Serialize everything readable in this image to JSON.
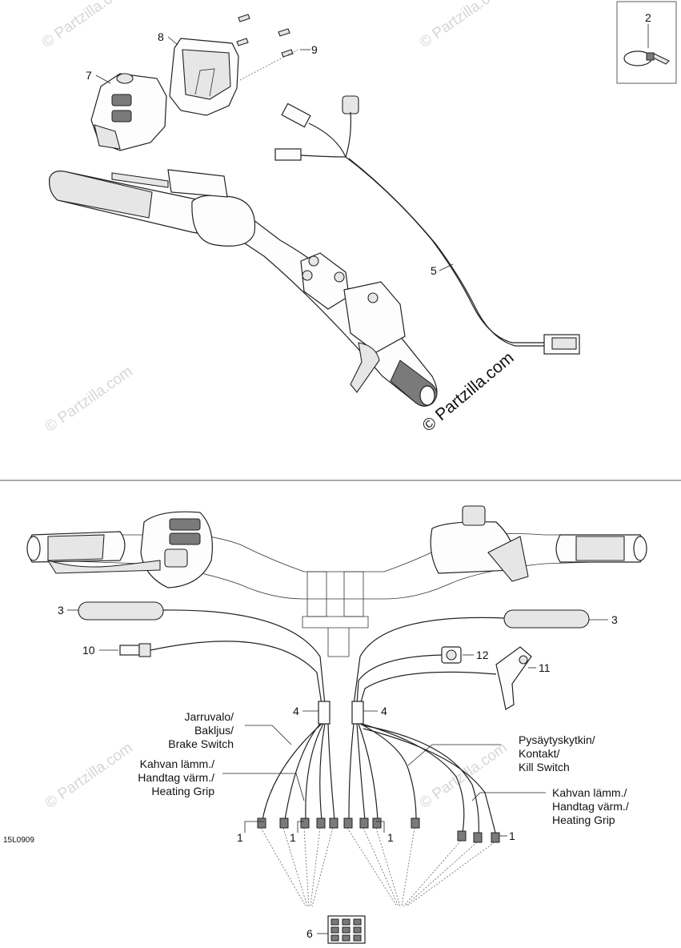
{
  "figure_code": "15L0909",
  "watermark": "© Partzilla.com",
  "callouts": {
    "c1a": "1",
    "c1b": "1",
    "c1c": "1",
    "c1d": "1",
    "c2": "2",
    "c3a": "3",
    "c3b": "3",
    "c4a": "4",
    "c4b": "4",
    "c5": "5",
    "c6": "6",
    "c7": "7",
    "c8": "8",
    "c9": "9",
    "c10": "10",
    "c11": "11",
    "c12": "12"
  },
  "labels": {
    "brake_switch": [
      "Jarruvalo/",
      "Bakljus/",
      "Brake Switch"
    ],
    "heating_grip_left": [
      "Kahvan lämm./",
      "Handtag värm./",
      "Heating Grip"
    ],
    "kill_switch": [
      "Pysäytyskytkin/",
      "Kontakt/",
      "Kill Switch"
    ],
    "heating_grip_right": [
      "Kahvan lämm./",
      "Handtag värm./",
      "Heating Grip"
    ]
  }
}
